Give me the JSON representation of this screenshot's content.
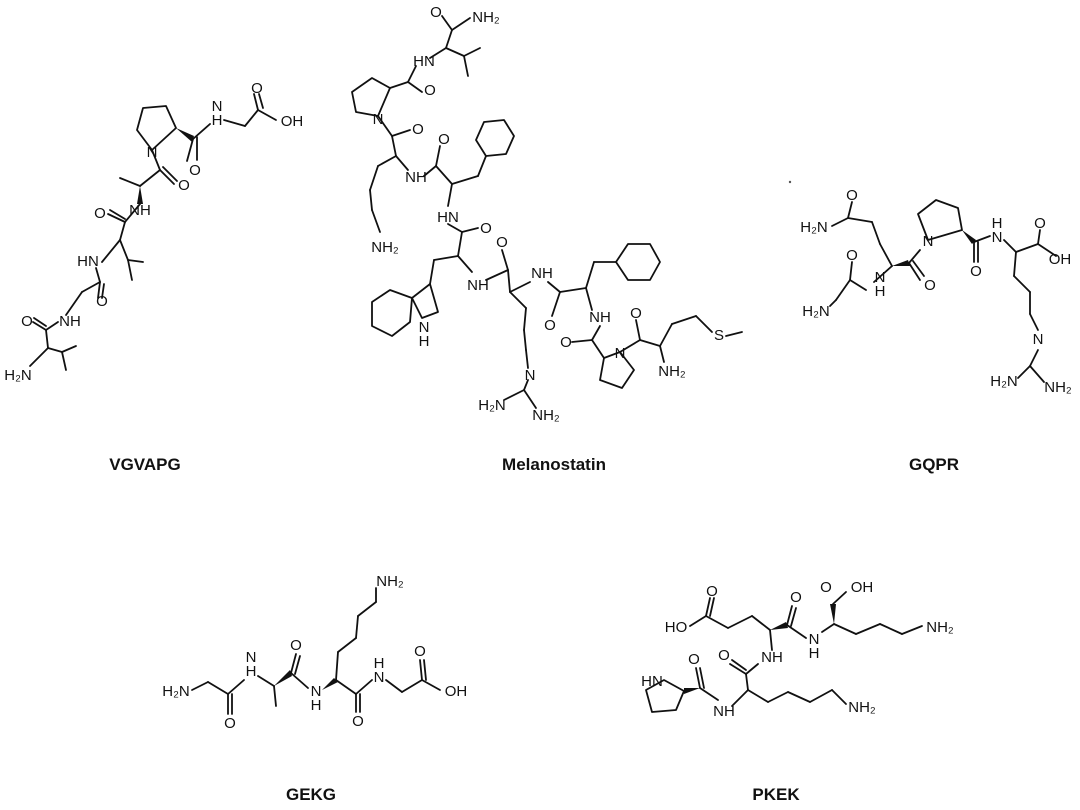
{
  "atoms": {
    "nh2": "NH₂",
    "h2n": "H₂N",
    "nh": "NH",
    "hn": "HN",
    "n": "N",
    "h": "H",
    "o": "O",
    "oh": "OH",
    "ho": "HO",
    "s": "S"
  },
  "captions": {
    "vgvapg": "VGVAPG",
    "melanostatin": "Melanostatin",
    "gqpr": "GQPR",
    "gekg": "GEKG",
    "pkek": "PKEK"
  }
}
